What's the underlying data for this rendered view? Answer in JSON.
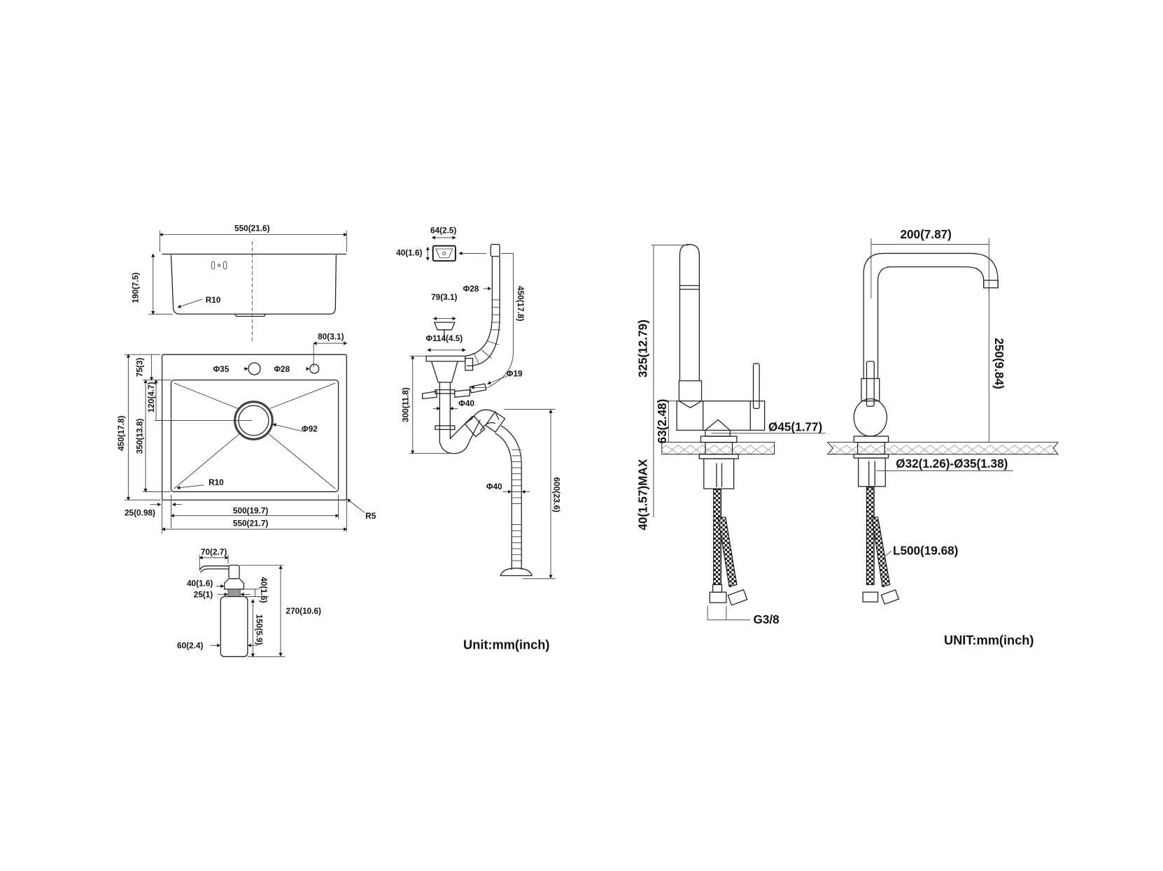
{
  "sink_side": {
    "width": "550(21.6)",
    "depth": "190(7.5)",
    "radius": "R10"
  },
  "sink_top": {
    "tap_offset": "80(3.1)",
    "top_margin": "75(3)",
    "drain_offset": "120(4.7)",
    "bowl_depth": "350(13.8)",
    "overall_depth": "450(17.8)",
    "hole_1": "Φ35",
    "hole_2": "Φ28",
    "drain": "Φ92",
    "inner_radius": "R10",
    "rim": "25(0.98)",
    "bowl_width": "500(19.7)",
    "overall_width": "550(21.7)",
    "corner_radius": "R5"
  },
  "soap_dispenser": {
    "spout": "70(2.7)",
    "head": "40(1.6)",
    "neck": "25(1)",
    "bottle_width": "60(2.4)",
    "thread": "40(1.6)",
    "bottle_height": "150(5.9)",
    "total_height": "270(10.6)"
  },
  "drain_kit": {
    "overflow_w": "64(2.5)",
    "overflow_h": "40(1.6)",
    "hose_dia": "Φ28",
    "hose_len": "450(17.8)",
    "strainer": "79(3.1)",
    "flange": "Φ114(4.5)",
    "trap_height": "300(11.8)",
    "inlet": "Φ19",
    "pipe": "Φ40",
    "outlet": "Φ40",
    "outlet_len": "600(23.6)",
    "unit": "Unit:mm(inch)"
  },
  "faucet_side": {
    "height": "325(12.79)",
    "body": "63(2.48)",
    "deck": "40(1.57)MAX",
    "body_dia": "Ø45(1.77)",
    "thread": "G3/8"
  },
  "faucet_front": {
    "reach": "200(7.87)",
    "spout_height": "250(9.84)",
    "hole": "Ø32(1.26)-Ø35(1.38)",
    "hose": "L500(19.68)",
    "unit": "UNIT:mm(inch)"
  }
}
